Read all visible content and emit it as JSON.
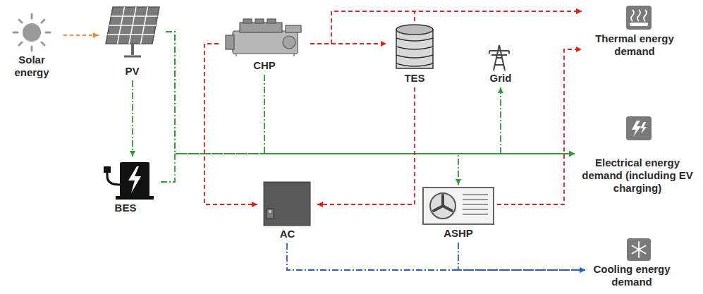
{
  "diagram": {
    "nodes": [
      {
        "text": [
          "Solar energy"
        ]
      },
      {
        "text": [
          "PV"
        ]
      },
      {
        "text": [
          "CHP"
        ]
      },
      {
        "text": [
          "TES"
        ]
      },
      {
        "text": [
          "Grid"
        ]
      },
      {
        "text": [
          "Thermal energy demand"
        ]
      },
      {
        "text": [
          "Electrical energy demand (including EV charging)"
        ]
      },
      {
        "text": [
          "BES"
        ]
      },
      {
        "text": [
          "AC"
        ]
      },
      {
        "text": [
          "ASHP"
        ]
      },
      {
        "text": [
          "Cooling energy demand"
        ]
      }
    ],
    "edges": [
      {
        "from": 0,
        "to": 1,
        "arrow": "to"
      },
      {
        "from": 1,
        "to": 7,
        "arrow": "to"
      },
      {
        "from": 1,
        "to": 6,
        "arrow": "to"
      },
      {
        "from": 7,
        "to": 6,
        "arrow": "to"
      },
      {
        "from": 2,
        "to": 6,
        "arrow": "to"
      },
      {
        "from": 4,
        "to": 6,
        "arrow": "both"
      },
      {
        "from": 1,
        "to": 9,
        "arrow": "to"
      },
      {
        "from": 2,
        "to": 5,
        "arrow": "to"
      },
      {
        "from": 2,
        "to": 3,
        "arrow": "to"
      },
      {
        "from": 2,
        "to": 8,
        "arrow": "to"
      },
      {
        "from": 3,
        "to": 5,
        "arrow": "to"
      },
      {
        "from": 3,
        "to": 8,
        "arrow": "to"
      },
      {
        "from": 9,
        "to": 5,
        "arrow": "to"
      },
      {
        "from": 8,
        "to": 10,
        "arrow": "to"
      },
      {
        "from": 9,
        "to": 10,
        "arrow": "to"
      }
    ]
  }
}
